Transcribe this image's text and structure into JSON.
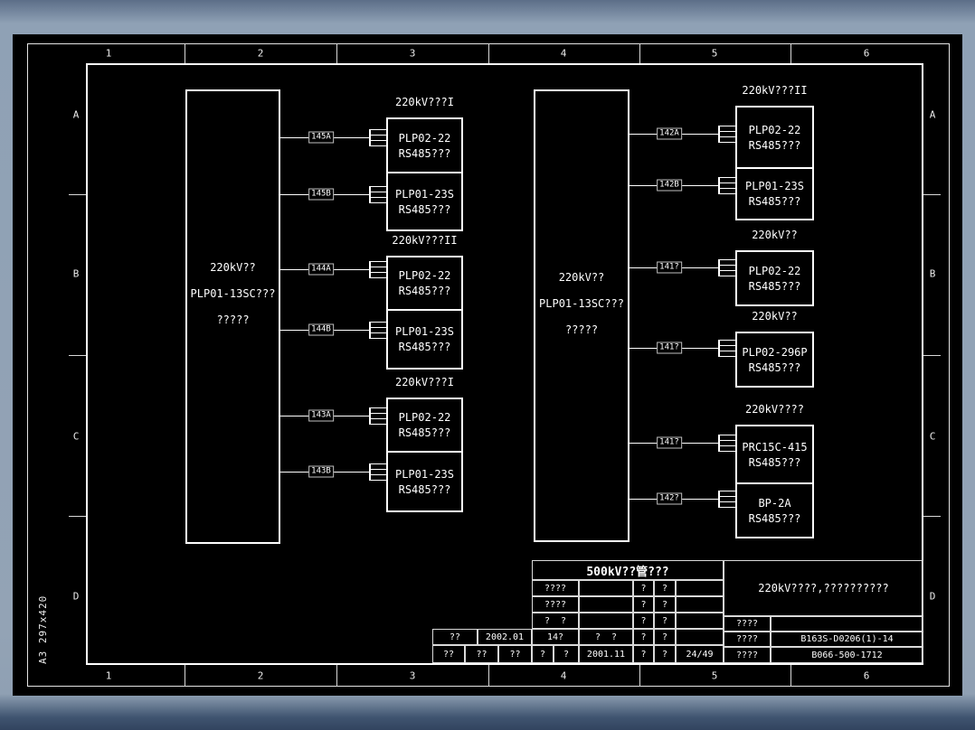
{
  "colors": {
    "desktop": "#93a3b5",
    "paper": "#000000",
    "ink": "#ffffff"
  },
  "frame": {
    "cols": [
      "1",
      "2",
      "3",
      "4",
      "5",
      "6"
    ],
    "rows": [
      "A",
      "B",
      "C",
      "D"
    ],
    "sheet_size": "A3 297x420"
  },
  "units": {
    "left": {
      "line1": "220kV??",
      "line2": "PLP01-13SC???",
      "line3": "?????"
    },
    "right": {
      "line1": "220kV??",
      "line2": "PLP01-13SC???",
      "line3": "?????"
    }
  },
  "left_groups": [
    {
      "title": "220kV???I",
      "modules": [
        {
          "model": "PLP02-22",
          "port": "RS485???"
        },
        {
          "model": "PLP01-23S",
          "port": "RS485???"
        }
      ]
    },
    {
      "title": "220kV???II",
      "modules": [
        {
          "model": "PLP02-22",
          "port": "RS485???"
        },
        {
          "model": "PLP01-23S",
          "port": "RS485???"
        }
      ]
    },
    {
      "title": "220kV???I",
      "modules": [
        {
          "model": "PLP02-22",
          "port": "RS485???"
        },
        {
          "model": "PLP01-23S",
          "port": "RS485???"
        }
      ]
    }
  ],
  "right_groups": [
    {
      "title": "220kV???II",
      "modules": [
        {
          "model": "PLP02-22",
          "port": "RS485???"
        },
        {
          "model": "PLP01-23S",
          "port": "RS485???"
        }
      ]
    },
    {
      "title": "220kV??",
      "modules": [
        {
          "model": "PLP02-22",
          "port": "RS485???"
        }
      ]
    },
    {
      "title": "220kV??",
      "modules": [
        {
          "model": "PLP02-296P",
          "port": "RS485???"
        }
      ]
    },
    {
      "title": "220kV????",
      "modules": [
        {
          "model": "PRC15C-415",
          "port": "RS485???"
        },
        {
          "model": "BP-2A",
          "port": "RS485???"
        }
      ]
    }
  ],
  "left_cables": [
    "145A",
    "145B",
    "144A",
    "144B",
    "143A",
    "143B"
  ],
  "right_cables": [
    "142A",
    "142B",
    "141?",
    "141?",
    "141?",
    "142?"
  ],
  "titleblock": {
    "station": "500kV??管???",
    "grid": {
      "r1a": "????",
      "r1c": "?",
      "r1d": "?",
      "r2a": "????",
      "r2c": "?",
      "r2d": "?",
      "r3a": "?  ?",
      "r3c": "?",
      "r3d": "?",
      "r4a": "14?",
      "r4b": "?  ?",
      "r4c": "?",
      "r4d": "?",
      "r5a1": "?",
      "r5a2": "?",
      "r5b": "2001.11",
      "r5c": "?",
      "r5d": "?",
      "r5e": "24/49",
      "m1": "??",
      "m2": "2002.01",
      "m3": "??",
      "m4": "??",
      "m5": "??"
    },
    "project": "220kV????,??????????",
    "right_rows": [
      {
        "label": "????",
        "value": ""
      },
      {
        "label": "????",
        "value": "B163S-D0206(1)-14"
      },
      {
        "label": "????",
        "value": "B066-500-1712"
      }
    ]
  }
}
